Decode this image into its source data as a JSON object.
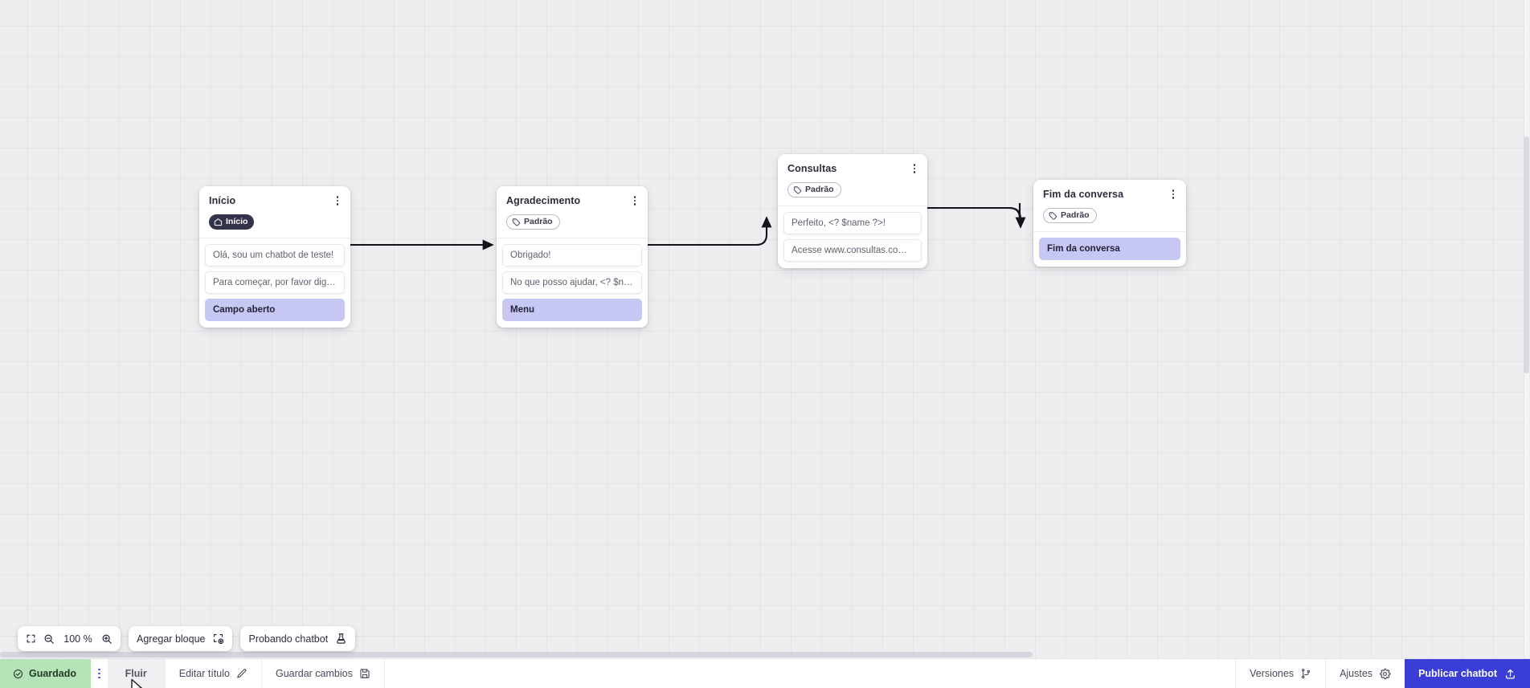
{
  "canvas": {
    "zoom_level": "100 %",
    "nodes": [
      {
        "id": "inicio",
        "title": "Início",
        "badge": {
          "label": "Início",
          "icon": "home-icon",
          "style": "start"
        },
        "rows": [
          {
            "text": "Olá, sou um chatbot de teste!",
            "kind": "message"
          },
          {
            "text": "Para começar, por favor digite o ...",
            "kind": "message"
          },
          {
            "text": "Campo aberto",
            "kind": "action"
          }
        ]
      },
      {
        "id": "agradecimento",
        "title": "Agradecimento",
        "badge": {
          "label": "Padrão",
          "icon": "tag-icon",
          "style": "default"
        },
        "rows": [
          {
            "text": "Obrigado!",
            "kind": "message"
          },
          {
            "text": "No que posso ajudar, <? $name ...",
            "kind": "message"
          },
          {
            "text": "Menu",
            "kind": "action"
          }
        ]
      },
      {
        "id": "consultas",
        "title": "Consultas",
        "badge": {
          "label": "Padrão",
          "icon": "tag-icon",
          "style": "default"
        },
        "rows": [
          {
            "text": "Perfeito, <? $name ?>!",
            "kind": "message"
          },
          {
            "text": "Acesse www.consultas.com par...",
            "kind": "message"
          }
        ]
      },
      {
        "id": "fim",
        "title": "Fim da conversa",
        "badge": {
          "label": "Padrão",
          "icon": "tag-icon",
          "style": "default"
        },
        "rows": [
          {
            "text": "Fim da conversa",
            "kind": "action"
          }
        ]
      }
    ]
  },
  "toolbar": {
    "fit_icon": "fit-screen-icon",
    "zoom_out_icon": "zoom-out-icon",
    "zoom_level": "100 %",
    "zoom_in_icon": "zoom-in-icon",
    "add_block_label": "Agregar bloque",
    "add_block_icon": "add-block-icon",
    "test_chatbot_label": "Probando chatbot",
    "test_chatbot_icon": "flask-icon"
  },
  "bottom_bar": {
    "saved_label": "Guardado",
    "saved_icon": "check-circle-icon",
    "menu_icon": "kebab-menu-icon",
    "flow_label": "Fluir",
    "edit_title_label": "Editar título",
    "edit_title_icon": "pencil-icon",
    "save_changes_label": "Guardar cambios",
    "save_changes_icon": "floppy-disk-icon",
    "versions_label": "Versiones",
    "versions_icon": "branch-icon",
    "settings_label": "Ajustes",
    "settings_icon": "gear-icon",
    "publish_label": "Publicar chatbot",
    "publish_icon": "upload-icon"
  },
  "colors": {
    "canvas_bg": "#eeeef0",
    "grid_line": "#e4e4e8",
    "accent_blue": "#3a3ed6",
    "action_lavender": "#c6c8f3",
    "badge_dark": "#32324a",
    "saved_green": "#b5e3b8"
  }
}
